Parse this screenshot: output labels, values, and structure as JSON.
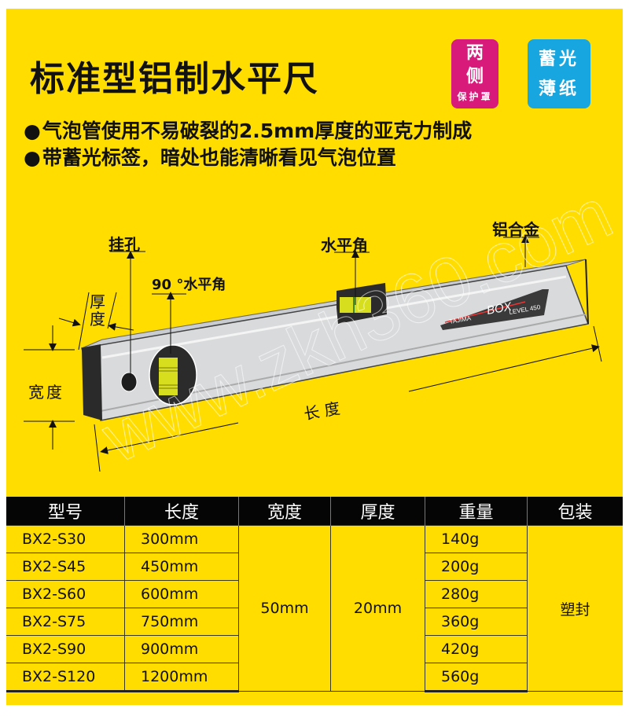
{
  "header": {
    "title": "标准型铝制水平尺",
    "badges": [
      {
        "line1": "两",
        "line2": "侧",
        "sub": "保护罩",
        "color": "#d81b7a"
      },
      {
        "line1": "蓄光",
        "line2": "薄纸",
        "color": "#18a6e0"
      }
    ]
  },
  "features": [
    "气泡管使用不易破裂的2.5mm厚度的亚克力制成",
    "带蓄光标签，暗处也能清晰看见气泡位置"
  ],
  "diagram": {
    "labels": {
      "hang_hole": "挂孔",
      "vertical_vial": "90 °水平角",
      "horizontal_vial": "水平角",
      "aluminum": "铝合金",
      "thickness": "厚度",
      "width": "宽度",
      "length": "长 度"
    },
    "brand_label": {
      "brand": "TAJIMA",
      "model": "BOX",
      "sub": "LEVEL 450"
    },
    "watermark": "www.zkh360.com"
  },
  "table": {
    "headers": [
      "型号",
      "长度",
      "宽度",
      "厚度",
      "重量",
      "包装"
    ],
    "rows": [
      {
        "model": "BX2-S30",
        "length": "300mm",
        "weight": "140g"
      },
      {
        "model": "BX2-S45",
        "length": "450mm",
        "weight": "200g"
      },
      {
        "model": "BX2-S60",
        "length": "600mm",
        "weight": "280g"
      },
      {
        "model": "BX2-S75",
        "length": "750mm",
        "weight": "360g"
      },
      {
        "model": "BX2-S90",
        "length": "900mm",
        "weight": "420g"
      },
      {
        "model": "BX2-S120",
        "length": "1200mm",
        "weight": "560g"
      }
    ],
    "shared": {
      "width": "50mm",
      "thickness": "20mm",
      "packaging": "塑封"
    }
  },
  "colors": {
    "background": "#ffdd00",
    "header_bg": "#050505",
    "text": "#111111"
  }
}
